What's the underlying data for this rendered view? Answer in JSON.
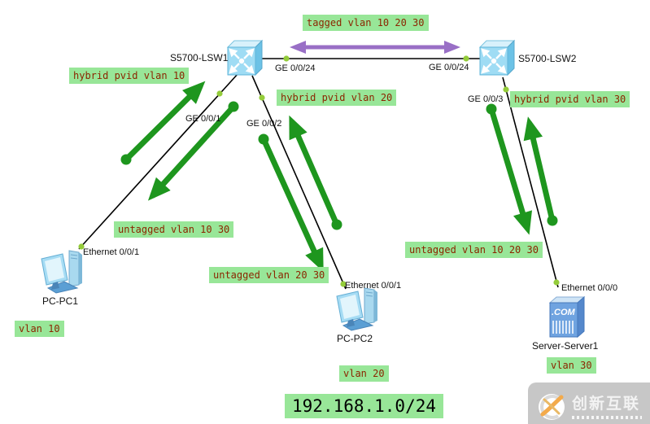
{
  "colors": {
    "note_bg": "#98e698",
    "note_text": "#8b2500",
    "arrow_green": "#1e961e",
    "arrow_purple": "#996fc6",
    "link": "#000000",
    "port_dot": "#94cc3a"
  },
  "devices": [
    {
      "name": "S5700-LSW1",
      "type": "switch"
    },
    {
      "name": "S5700-LSW2",
      "type": "switch"
    },
    {
      "name": "PC-PC1",
      "type": "pc"
    },
    {
      "name": "PC-PC2",
      "type": "pc"
    },
    {
      "name": "Server-Server1",
      "type": "server"
    }
  ],
  "server_icon_text": ".COM",
  "ports": [
    {
      "label": "GE 0/0/24"
    },
    {
      "label": "GE 0/0/24"
    },
    {
      "label": "GE 0/0/1"
    },
    {
      "label": "GE 0/0/2"
    },
    {
      "label": "GE 0/0/3"
    },
    {
      "label": "Ethernet 0/0/1"
    },
    {
      "label": "Ethernet 0/0/1"
    },
    {
      "label": "Ethernet 0/0/0"
    }
  ],
  "notes": [
    {
      "text": "tagged vlan 10 20 30"
    },
    {
      "text": "hybrid pvid vlan 10"
    },
    {
      "text": "hybrid pvid vlan 20"
    },
    {
      "text": "hybrid pvid vlan 30"
    },
    {
      "text": "untagged vlan 10 30"
    },
    {
      "text": "untagged vlan 20 30"
    },
    {
      "text": "untagged vlan 10 20 30"
    },
    {
      "text": "vlan 10"
    },
    {
      "text": "vlan 20"
    },
    {
      "text": "vlan 30"
    },
    {
      "text": "192.168.1.0/24"
    }
  ],
  "watermark": {
    "brand": "创新互联"
  }
}
